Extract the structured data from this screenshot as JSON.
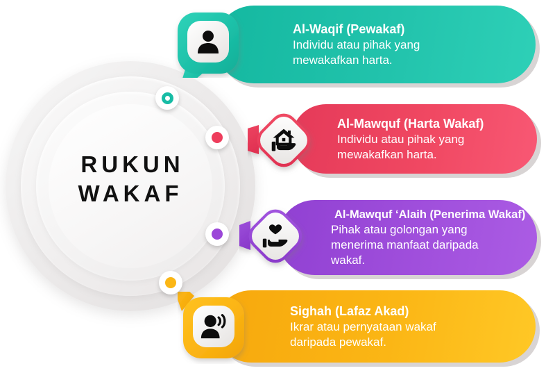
{
  "infographic": {
    "center": {
      "label": "RUKUN\nWAKAF"
    },
    "palette": {
      "teal": "#17BCA5",
      "red": "#EE3D5C",
      "purple": "#9B46D8",
      "yellow": "#FBB615",
      "card_shadow": "#D8D4D4",
      "text": "#FFFFFF",
      "center_text": "#111111"
    },
    "items": [
      {
        "id": "al-waqif",
        "title": "Al-Waqif (Pewakaf)",
        "body": "Individu atau pihak yang\nmewakafkan harta.",
        "color": "#17BCA5",
        "icon": "person-icon"
      },
      {
        "id": "al-mawquf",
        "title": "Al-Mawquf (Harta Wakaf)",
        "body": "Individu atau pihak yang\nmewakafkan harta.",
        "color": "#EE3D5C",
        "icon": "hand-holding-house-icon"
      },
      {
        "id": "al-mawquf-alaih",
        "title": "Al-Mawquf ‘Alaih (Penerima Wakaf)",
        "body": "Pihak atau golongan yang\nmenerima manfaat daripada\nwakaf.",
        "color": "#9B46D8",
        "icon": "hand-holding-heart-icon"
      },
      {
        "id": "sighah",
        "title": "Sighah (Lafaz Akad)",
        "body": "Ikrar atau pernyataan wakaf\ndaripada pewakaf.",
        "color": "#FBB615",
        "icon": "person-speaking-icon"
      }
    ]
  }
}
